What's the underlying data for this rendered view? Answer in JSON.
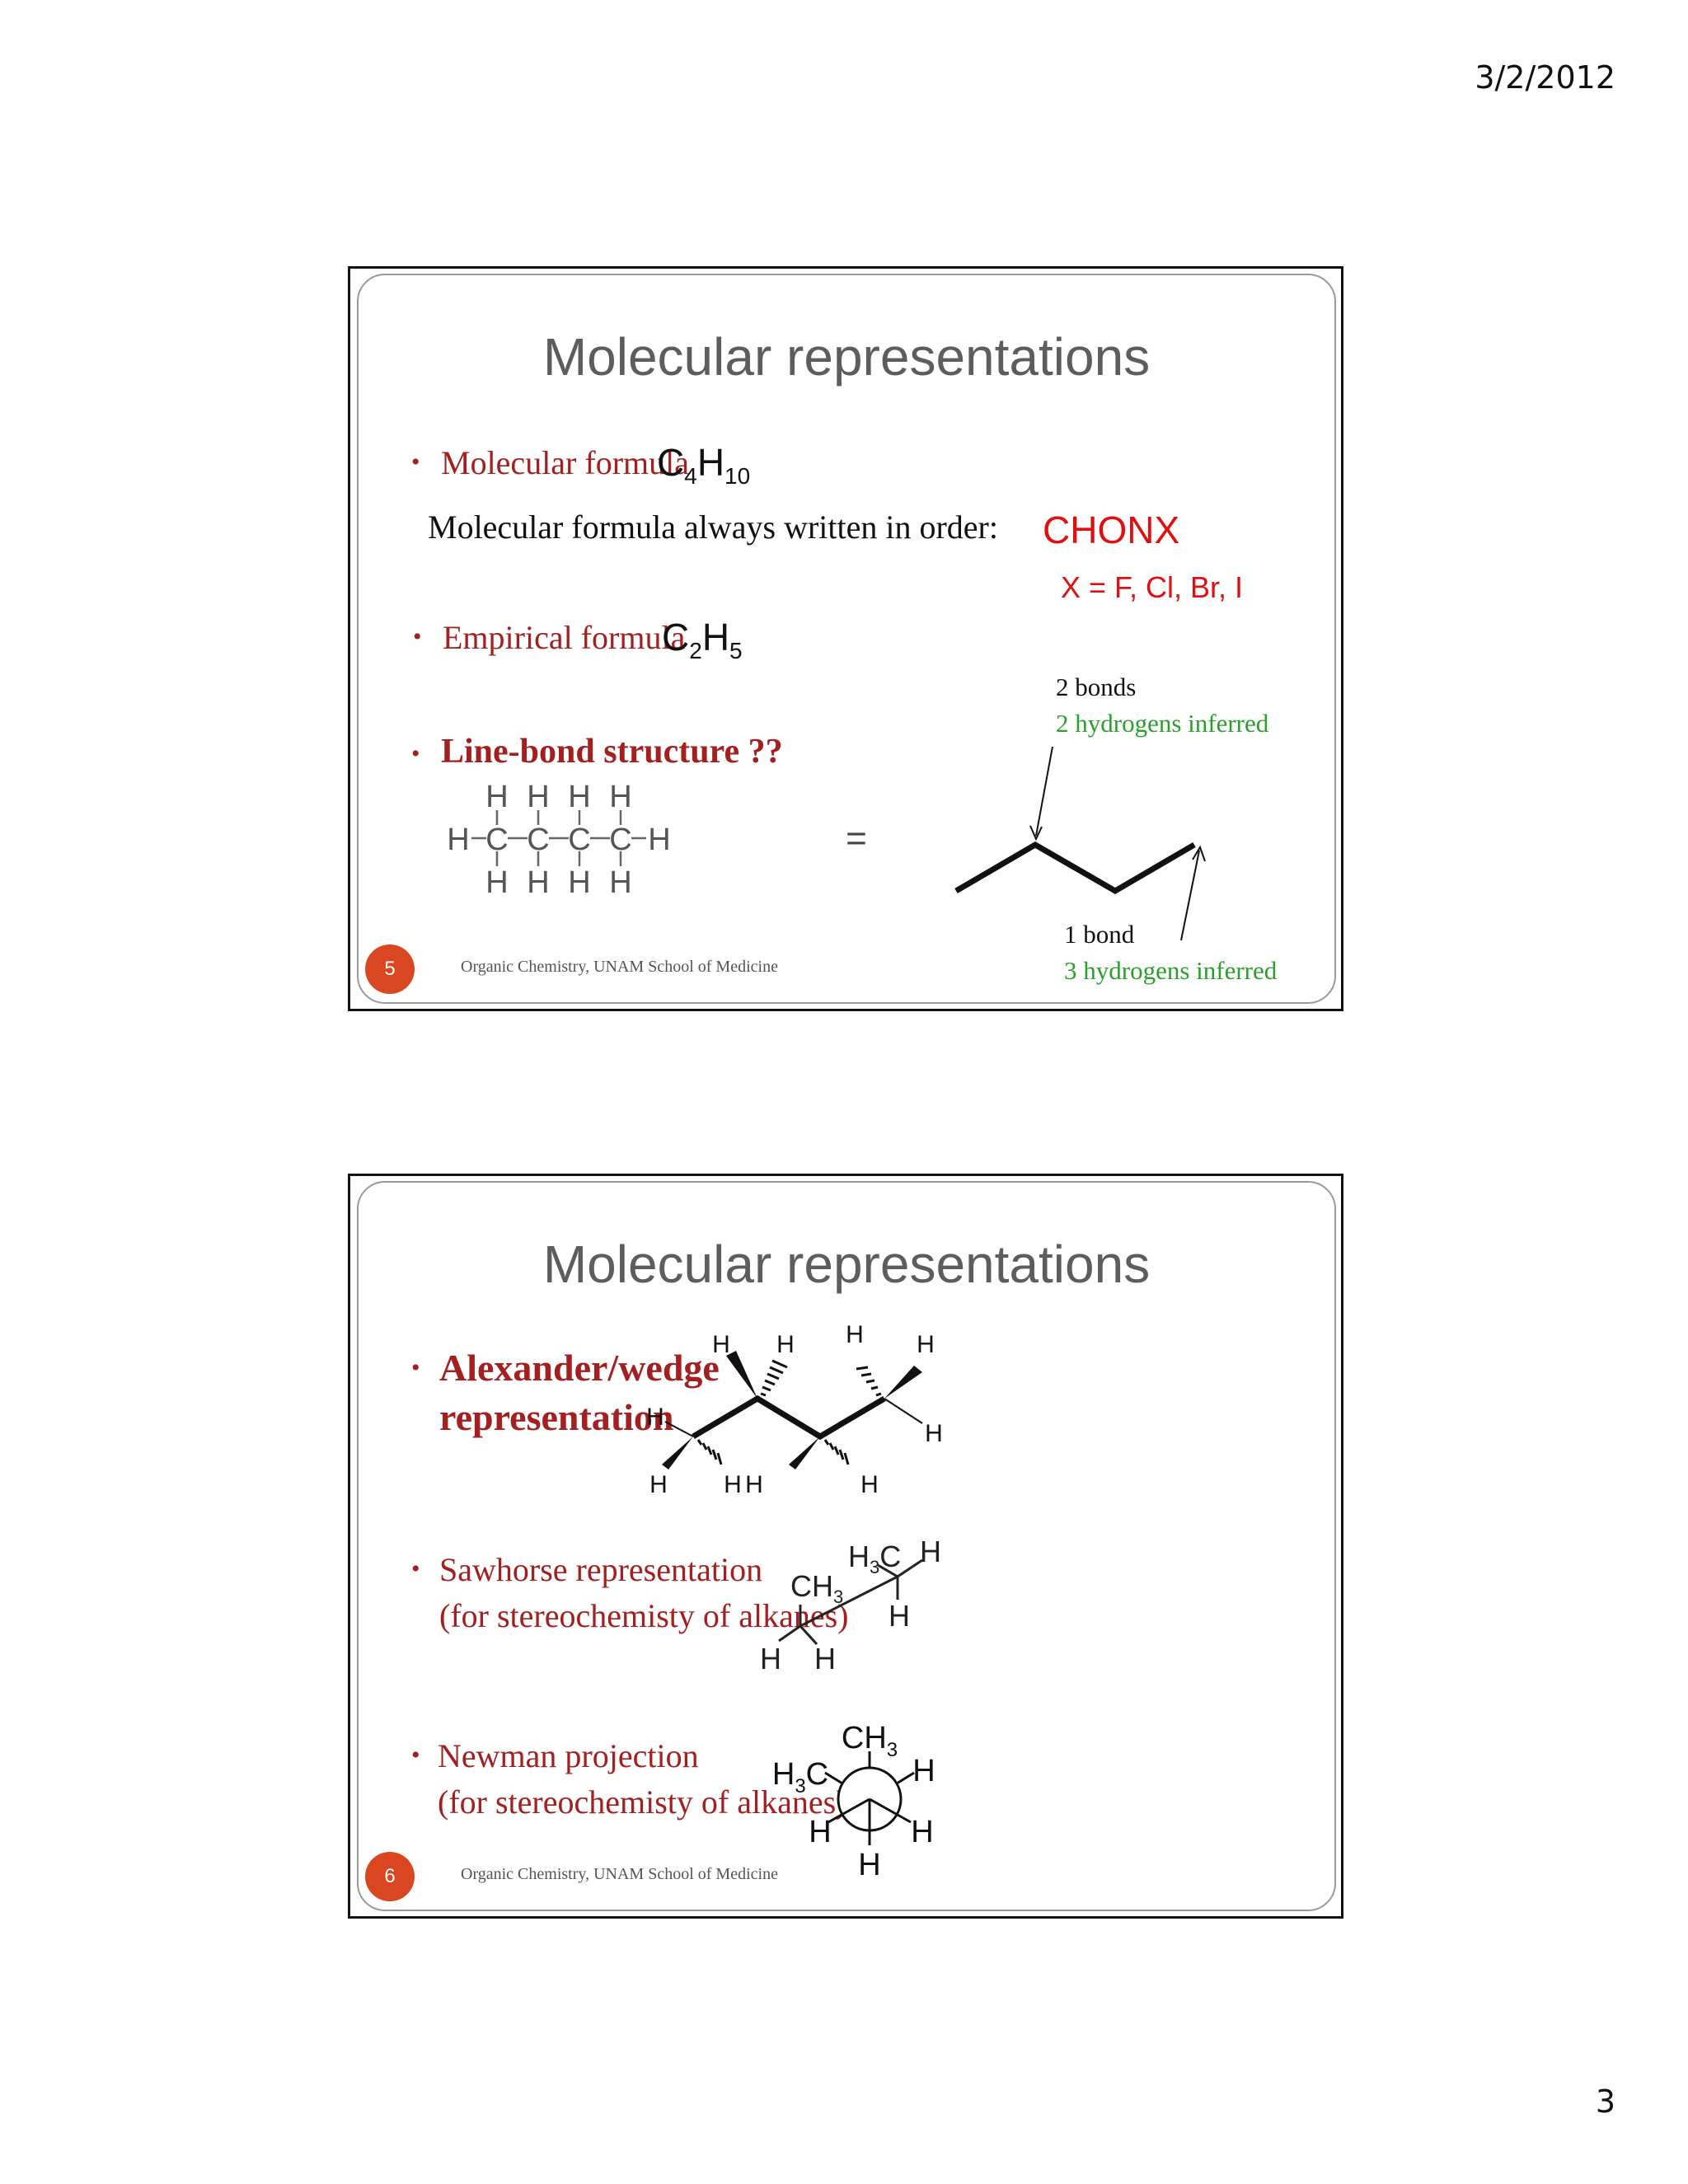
{
  "header": {
    "date": "3/2/2012"
  },
  "page_number": "3",
  "slide1": {
    "title": "Molecular representations",
    "molecular_formula_label": "Molecular formula",
    "molecular_formula_c": "C",
    "molecular_formula_c_sub": "4",
    "molecular_formula_h": "H",
    "molecular_formula_h_sub": "10",
    "order_text": "Molecular formula always written in order:",
    "order_value": "CHONX",
    "halogen_note": "X = F, Cl, Br, I",
    "empirical_label": "Empirical formula",
    "empirical_c": "C",
    "empirical_c_sub": "2",
    "empirical_h": "H",
    "empirical_h_sub": "5",
    "linebond_label": "Line-bond structure ??",
    "equals": "=",
    "ann_top_bonds": "2 bonds",
    "ann_top_h": "2 hydrogens inferred",
    "ann_bottom_bonds": "1 bond",
    "ann_bottom_h": "3 hydrogens inferred",
    "atom_h": "H",
    "atom_c": "C",
    "footer": "Organic Chemistry, UNAM School of Medicine",
    "slide_number": "5"
  },
  "slide2": {
    "title": "Molecular representations",
    "alexander_line1": "Alexander/wedge",
    "alexander_line2": "representation",
    "sawhorse_line1": "Sawhorse representation",
    "sawhorse_line2": "(for stereochemisty of alkanes)",
    "newman_line1": "Newman projection",
    "newman_line2": "(for stereochemisty of alkanes)",
    "atom_h": "H",
    "h3c": "H",
    "sub3": "3",
    "c_letter": "C",
    "ch": "CH",
    "footer": "Organic Chemistry, UNAM School of Medicine",
    "slide_number": "6"
  },
  "colors": {
    "accent_red": "#a42020",
    "bright_red": "#e01010",
    "green": "#2aa02a",
    "badge": "#d9461f",
    "title_gray": "#5d5d5d"
  }
}
